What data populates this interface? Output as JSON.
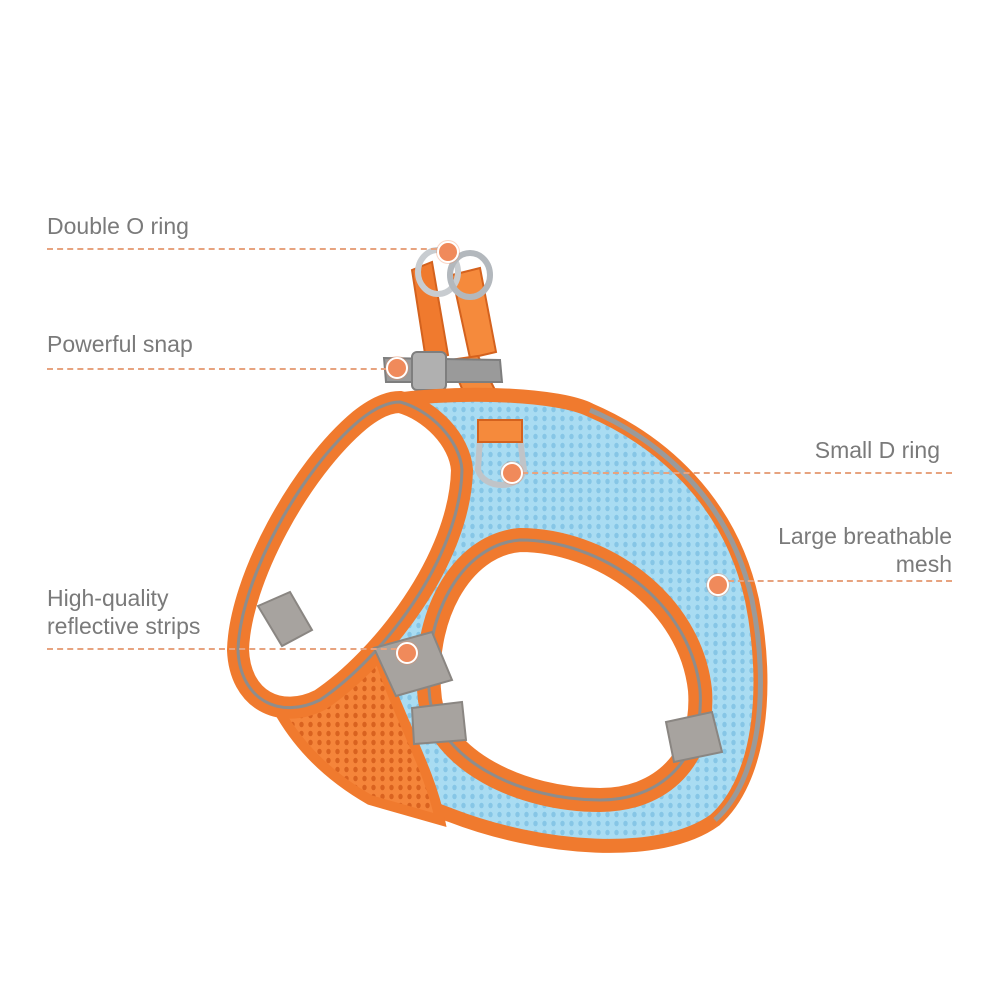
{
  "callouts": {
    "double_o_ring": {
      "label": "Double O ring"
    },
    "powerful_snap": {
      "label": "Powerful snap"
    },
    "small_d_ring": {
      "label": "Small D ring"
    },
    "large_breathable_mesh": {
      "line1": "Large breathable",
      "line2": "mesh"
    },
    "reflective_strips": {
      "line1": "High-quality",
      "line2": "reflective strips"
    }
  },
  "colors": {
    "accent": "#f08a5b",
    "leader": "#e7a37f",
    "text": "#7a7a7a",
    "harness_orange": "#f07a2e",
    "harness_blue": "#a9dcf2",
    "reflective_grey": "#a7a39f",
    "buckle_grey": "#9a9a9a",
    "ring_silver": "#c8ccd0"
  },
  "product": {
    "icon": "pet-harness-illustration"
  }
}
